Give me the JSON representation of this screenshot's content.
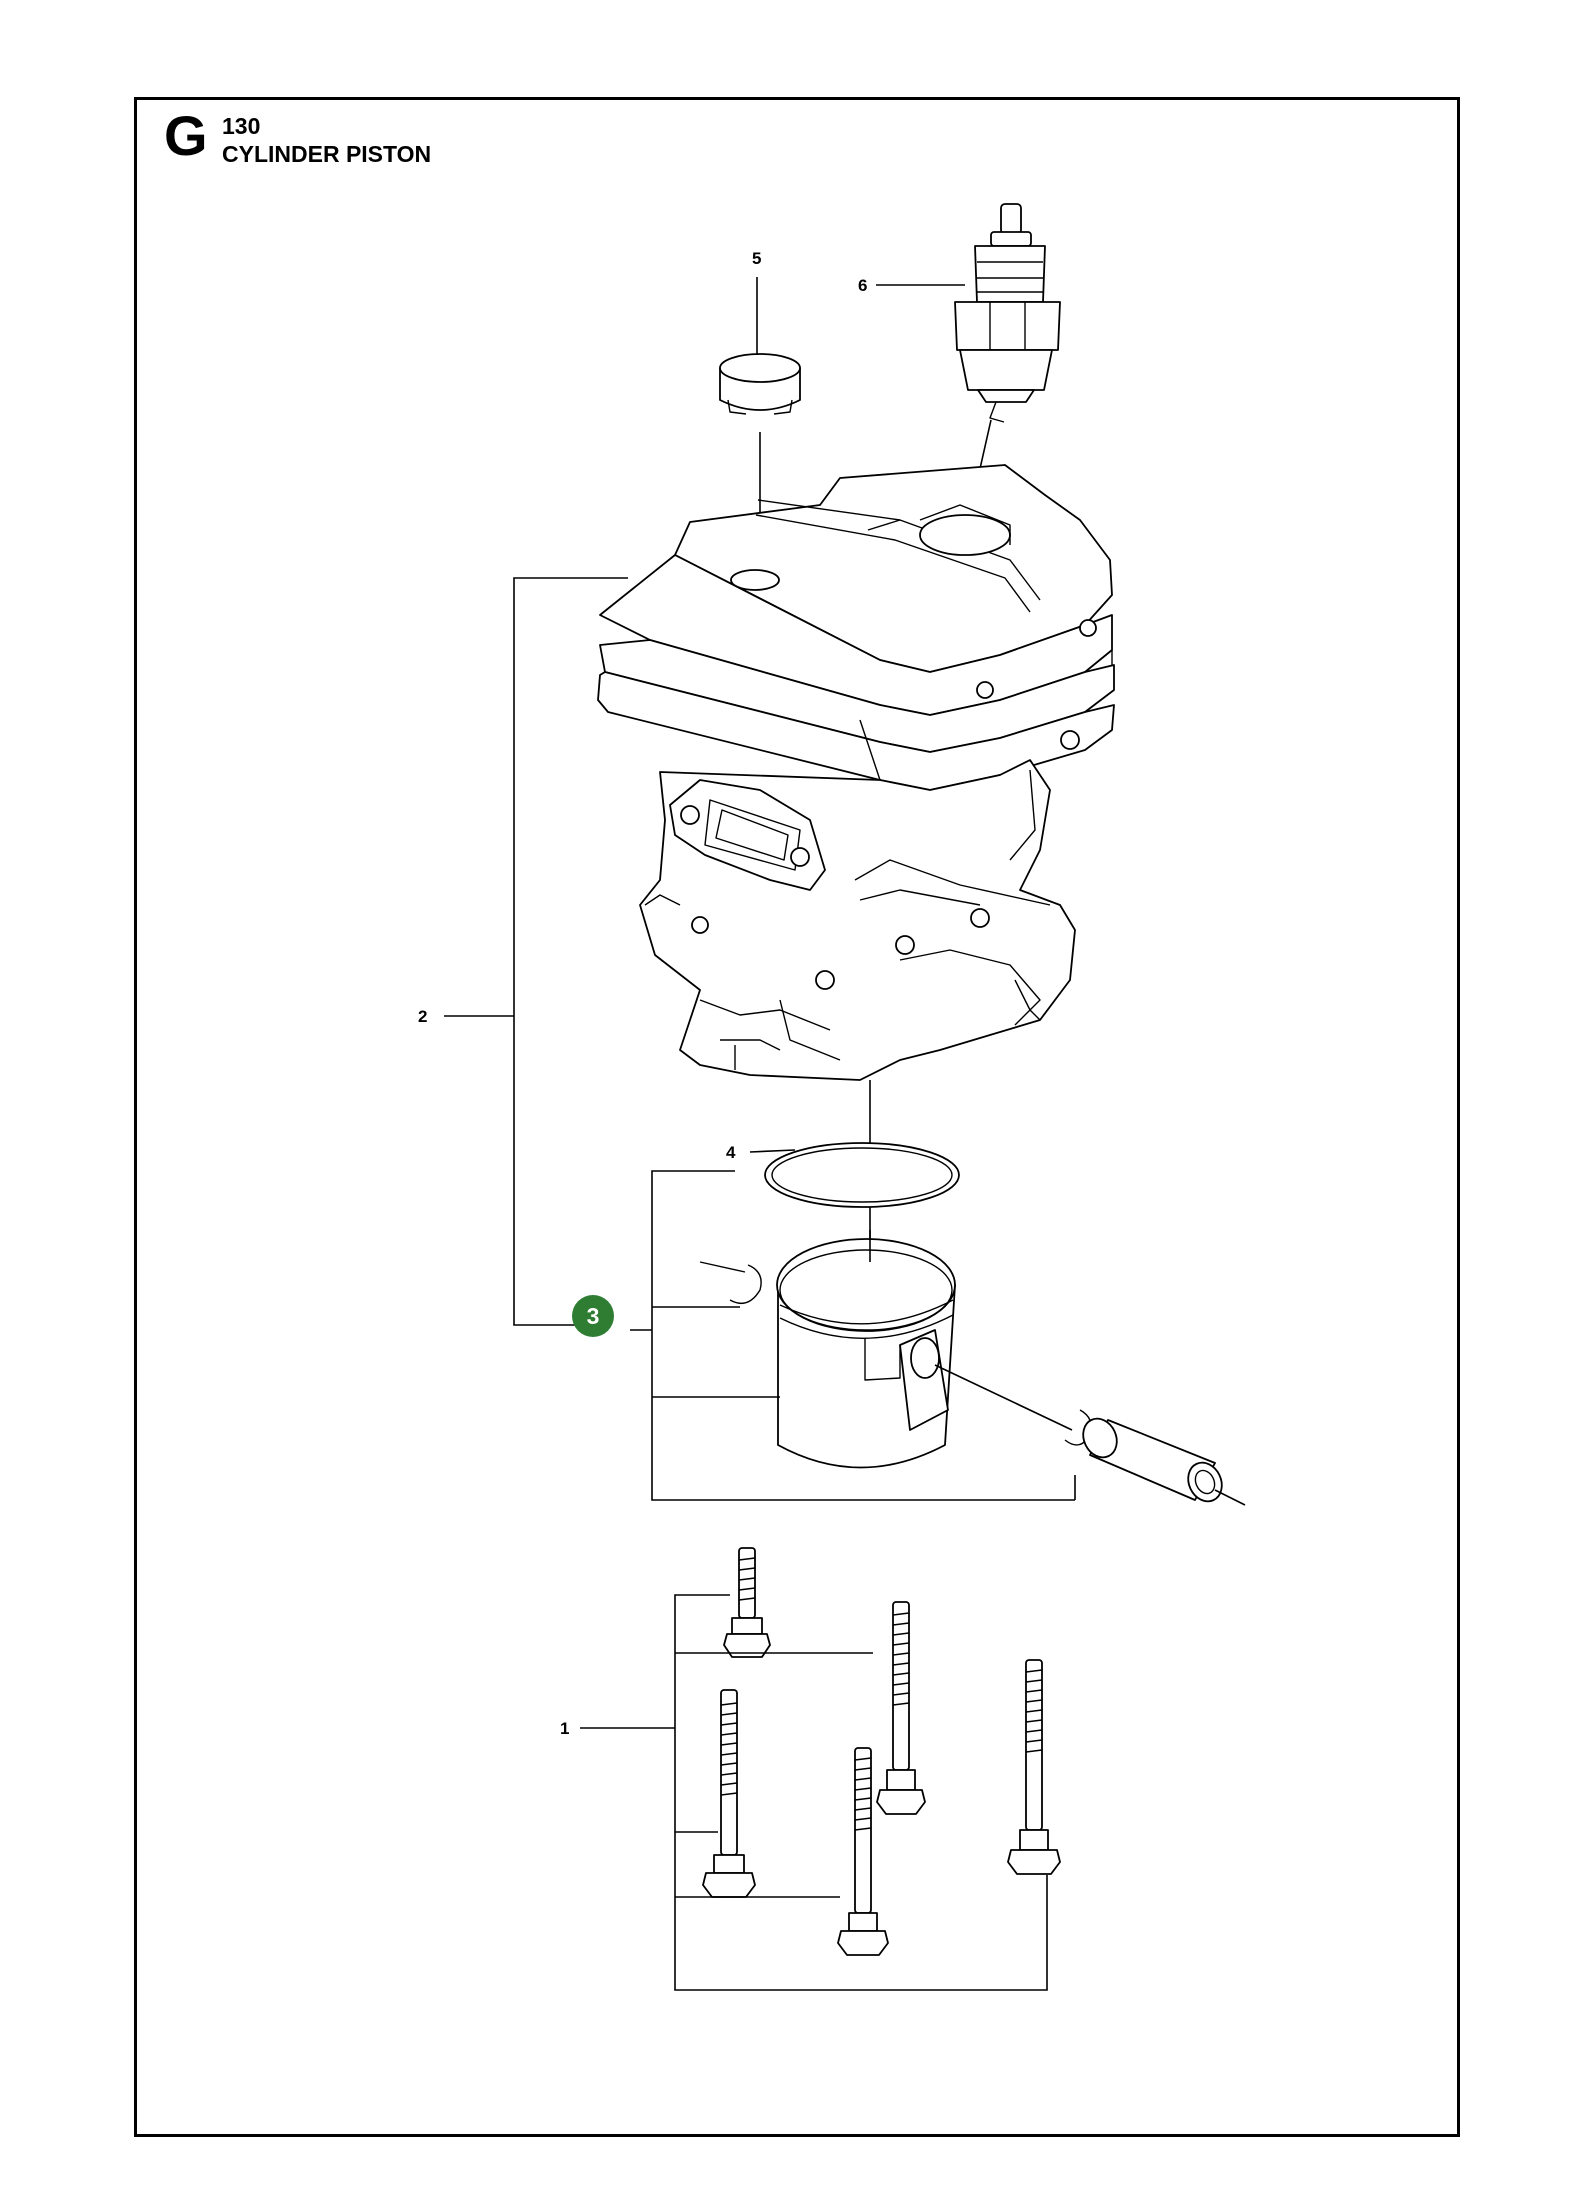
{
  "header": {
    "section_letter": "G",
    "section_number": "130",
    "title": "CYLINDER PISTON"
  },
  "callouts": [
    {
      "id": "callout-1",
      "label": "1"
    },
    {
      "id": "callout-2",
      "label": "2"
    },
    {
      "id": "callout-3",
      "label": "3",
      "highlighted": true
    },
    {
      "id": "callout-4",
      "label": "4"
    },
    {
      "id": "callout-5",
      "label": "5"
    },
    {
      "id": "callout-6",
      "label": "6"
    }
  ],
  "colors": {
    "highlight": "#2e7d32",
    "line": "#000000",
    "background": "#ffffff"
  }
}
